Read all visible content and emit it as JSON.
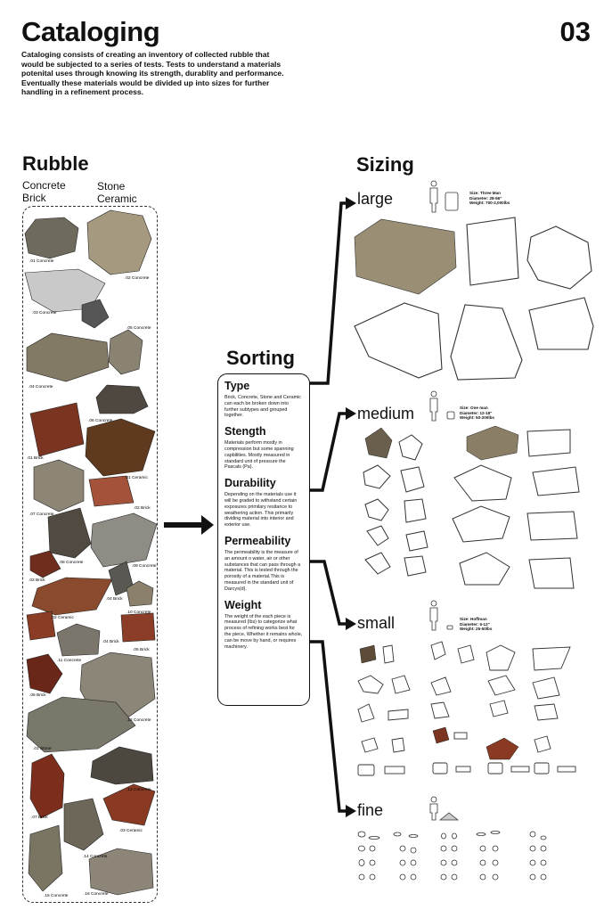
{
  "header": {
    "title": "Cataloging",
    "page_number": "03",
    "intro": "Cataloging consists of creating an inventory of collected rubble that would be subjected to a series of tests. Tests to understand a materials potenital uses through knowing its strength, durablity and performance. Eventually these materials would be divided up into sizes for further handling in a refinement process."
  },
  "rubble": {
    "heading": "Rubble",
    "cat_left_1": "Concrete",
    "cat_left_2": "Brick",
    "cat_right_1": "Stone",
    "cat_right_2": "Ceramic",
    "items": [
      ".01 Concrete",
      ".02 Concrete",
      ".03 Concrete",
      ".05 Concrete",
      ".04 Concrete",
      ".06 Concrete",
      ".01 Brick",
      ".01 Ceramic",
      ".07 Concrete",
      ".02 Brick",
      ".08 Concrete",
      ".09 Concrete",
      ".03 Brick",
      ".04 Brick",
      ".10 Concrete",
      ".02 Ceramic",
      ".04 Brick",
      ".05 Brick",
      ".11 Concrete",
      ".06 Brick",
      ".12 Concrete",
      ".01 Stone",
      ".13 Concrete",
      ".07 Brick",
      ".03 Ceramic",
      ".14 Concrete",
      ".15 Concrete",
      ".16 Concrete"
    ]
  },
  "sorting": {
    "heading": "Sorting",
    "sections": [
      {
        "title": "Type",
        "body": "Brick, Concrete, Stone and Ceramic can each be broken down into further subtypes and grouped together."
      },
      {
        "title": "Stength",
        "body": "Materials perform mostly in compression but some spanning capbilities. Mostly measured in standard unit of pressure the Pascals (Pa)."
      },
      {
        "title": "Durability",
        "body": "Depending on the materials use it will be graded to withstand certain exposures primilary resitance to weathering action. This primarily dividing material into interior and exterior use."
      },
      {
        "title": "Permeability",
        "body": "The permeability is the measure of an amount o water, air or other substances that can pass through a material. This is tested through the porosity of a material.This is measured in the standard unit of Darcys(d)."
      },
      {
        "title": "Weight",
        "body": "The weight of the each piece is measured (lbs) to categorize what process of refining works best for the piece. Whether it remains whole, can be move by hand, or requires machinery."
      }
    ]
  },
  "sizing": {
    "heading": "Sizing",
    "sizes": [
      {
        "name": "large",
        "spec_1": "Size: Three Man",
        "spec_2": "Diameter: 28-56\"",
        "spec_3": "Weight: 700-2,000lbs"
      },
      {
        "name": "medium",
        "spec_1": "Size: One man",
        "spec_2": "Diameter: 12-18\"",
        "spec_3": "Weight: 50-200lbs"
      },
      {
        "name": "small",
        "spec_1": "Size: Hoffman",
        "spec_2": "Diameter: 6-12\"",
        "spec_3": "Weight: 25-50lbs"
      },
      {
        "name": "fine"
      }
    ]
  },
  "colors": {
    "concrete": "#8a8478",
    "concrete_light": "#b7ae9c",
    "brick": "#7a3420",
    "ceramic": "#6b3a22",
    "outline": "#333333"
  }
}
